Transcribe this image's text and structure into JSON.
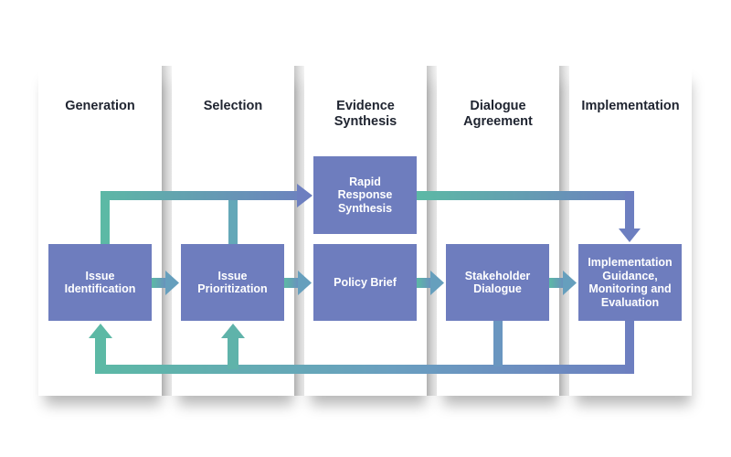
{
  "colors": {
    "box": "#6e7dbe",
    "teal": "#5cb9a5",
    "blue": "#6d80c0",
    "title_text": "#1f2430"
  },
  "stages": [
    {
      "id": "generation",
      "title": "Generation"
    },
    {
      "id": "selection",
      "title": "Selection"
    },
    {
      "id": "evidence",
      "title": "Evidence\nSynthesis"
    },
    {
      "id": "dialogue",
      "title": "Dialogue\nAgreement"
    },
    {
      "id": "implementation",
      "title": "Implementation"
    }
  ],
  "boxes": {
    "issue_identification": "Issue\nIdentification",
    "issue_prioritization": "Issue\nPrioritization",
    "rapid_response": "Rapid\nResponse\nSynthesis",
    "policy_brief": "Policy Brief",
    "stakeholder_dialogue": "Stakeholder\nDialogue",
    "implementation_guidance": "Implementation\nGuidance,\nMonitoring and\nEvaluation"
  },
  "connections": [
    {
      "from": "issue_identification",
      "to": "issue_prioritization",
      "type": "forward"
    },
    {
      "from": "issue_prioritization",
      "to": "policy_brief",
      "type": "forward"
    },
    {
      "from": "policy_brief",
      "to": "stakeholder_dialogue",
      "type": "forward"
    },
    {
      "from": "stakeholder_dialogue",
      "to": "implementation_guidance",
      "type": "forward"
    },
    {
      "from": "issue_identification",
      "to": "rapid_response",
      "type": "fast-track"
    },
    {
      "from": "issue_prioritization",
      "to": "rapid_response",
      "type": "fast-track"
    },
    {
      "from": "rapid_response",
      "to": "implementation_guidance",
      "type": "fast-track"
    },
    {
      "from": "stakeholder_dialogue",
      "to": "issue_identification",
      "type": "feedback"
    },
    {
      "from": "implementation_guidance",
      "to": "issue_identification",
      "type": "feedback"
    },
    {
      "from": "stakeholder_dialogue",
      "to": "issue_prioritization",
      "type": "feedback"
    },
    {
      "from": "implementation_guidance",
      "to": "issue_prioritization",
      "type": "feedback"
    }
  ]
}
